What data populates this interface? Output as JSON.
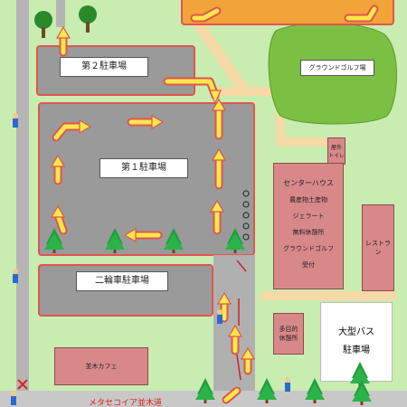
{
  "labels": {
    "parking2": "第２駐車場",
    "parking1": "第１駐車場",
    "bike": "二輪車駐車場",
    "ground_golf": "グラウンドゴルフ場",
    "toilet": "屋外\nトイレ",
    "center_title": "センターハウス",
    "center_items": [
      "農産物土産物",
      "ジェラート",
      "無料休憩所",
      "グラウンドゴルフ",
      "受付"
    ],
    "restaurant": "レストラン",
    "multi_purpose": "多目的\n休憩所",
    "bus_line1": "大型バス",
    "bus_line2": "駐車場",
    "cafe": "並木カフェ",
    "street": "メタセコイア並木道"
  },
  "icons": [
    "arrow-icon",
    "tree-icon",
    "staff-person-icon",
    "no-entry-x-icon",
    "cone-barrier-icon",
    "car-queue-icon"
  ],
  "colors": {
    "grass": "#c9ecb0",
    "parking": "#9a9a9a",
    "border": "#e0554f",
    "arrow_fill": "#ffe84a",
    "arrow_stroke": "#e0554f",
    "building": "#d9888a",
    "footpath": "#f5d9a6",
    "ground_golf": "#7bc043",
    "street_text": "#e02020"
  }
}
